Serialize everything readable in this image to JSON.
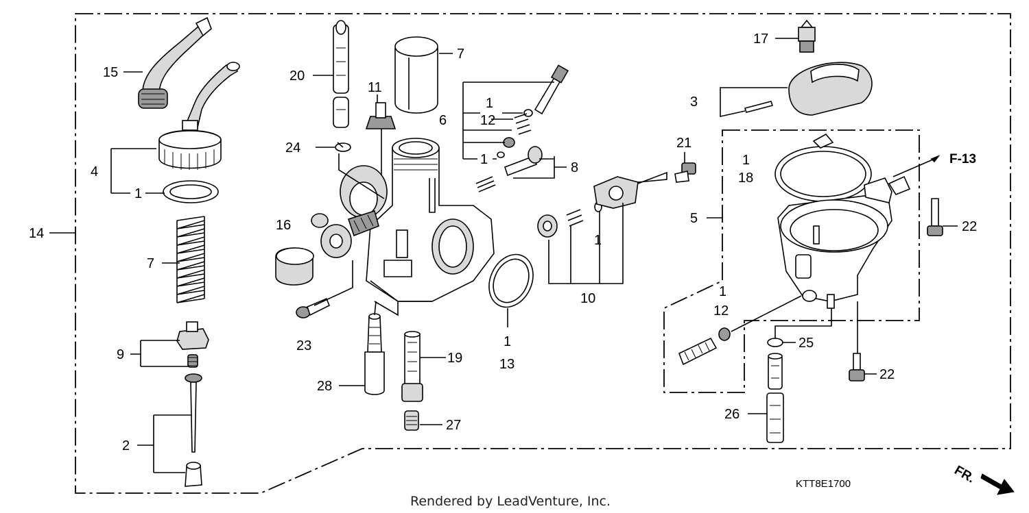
{
  "diagram": {
    "callouts": {
      "c15": "15",
      "c4": "4",
      "c1a": "1",
      "c7a": "7",
      "c14": "14",
      "c9": "9",
      "c2": "2",
      "c20": "20",
      "c7b": "7",
      "c11": "11",
      "c24": "24",
      "c16": "16",
      "c23": "23",
      "c28": "28",
      "c19": "19",
      "c27": "27",
      "c6": "6",
      "c1b": "1",
      "c12a": "12",
      "c1c": "1",
      "c8": "8",
      "c1d": "1",
      "c13": "13",
      "c21": "21",
      "c1e": "1",
      "c10": "10",
      "c17": "17",
      "c3": "3",
      "c5": "5",
      "c1f": "1",
      "c18": "18",
      "c22a": "22",
      "c1g": "1",
      "c12b": "12",
      "c25": "25",
      "c22b": "22",
      "c26": "26"
    },
    "reference_arrow": "F-13",
    "diagram_code": "KTT8E1700",
    "direction_marker": "FR.",
    "credit": "Rendered by LeadVenture, Inc."
  }
}
